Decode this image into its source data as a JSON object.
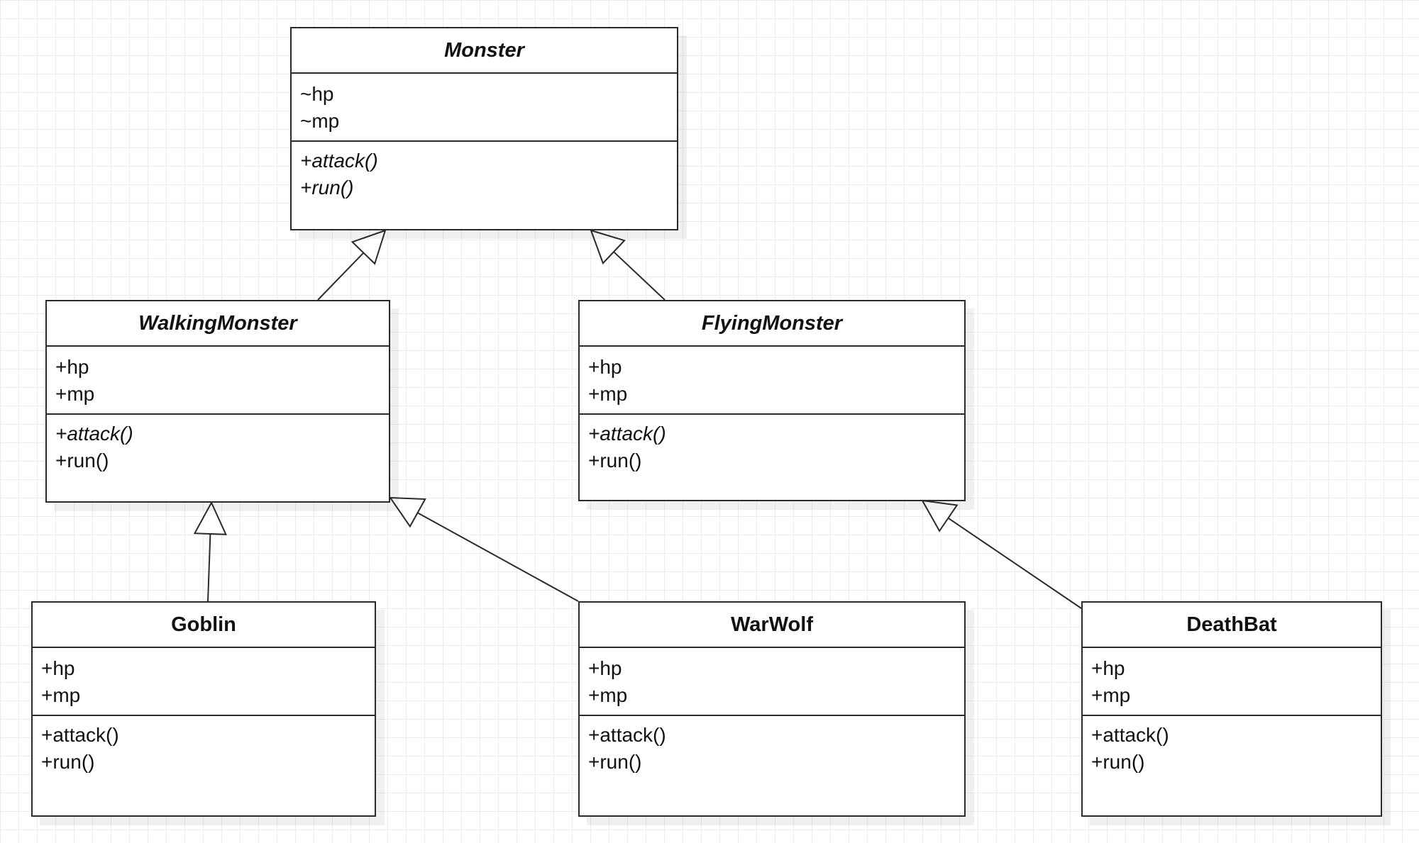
{
  "classes": {
    "monster": {
      "name": "Monster",
      "abstract": true,
      "attributes": [
        {
          "text": "~hp",
          "italic": false
        },
        {
          "text": "~mp",
          "italic": false
        }
      ],
      "operations": [
        {
          "text": "+attack()",
          "italic": true
        },
        {
          "text": "+run()",
          "italic": true
        }
      ]
    },
    "walking": {
      "name": "WalkingMonster",
      "abstract": true,
      "attributes": [
        {
          "text": "+hp",
          "italic": false
        },
        {
          "text": "+mp",
          "italic": false
        }
      ],
      "operations": [
        {
          "text": "+attack()",
          "italic": true
        },
        {
          "text": "+run()",
          "italic": false
        }
      ]
    },
    "flying": {
      "name": "FlyingMonster",
      "abstract": true,
      "attributes": [
        {
          "text": "+hp",
          "italic": false
        },
        {
          "text": "+mp",
          "italic": false
        }
      ],
      "operations": [
        {
          "text": "+attack()",
          "italic": true
        },
        {
          "text": "+run()",
          "italic": false
        }
      ]
    },
    "goblin": {
      "name": "Goblin",
      "abstract": false,
      "attributes": [
        {
          "text": "+hp",
          "italic": false
        },
        {
          "text": "+mp",
          "italic": false
        }
      ],
      "operations": [
        {
          "text": "+attack()",
          "italic": false
        },
        {
          "text": "+run()",
          "italic": false
        }
      ]
    },
    "warwolf": {
      "name": "WarWolf",
      "abstract": false,
      "attributes": [
        {
          "text": "+hp",
          "italic": false
        },
        {
          "text": "+mp",
          "italic": false
        }
      ],
      "operations": [
        {
          "text": "+attack()",
          "italic": false
        },
        {
          "text": "+run()",
          "italic": false
        }
      ]
    },
    "deathbat": {
      "name": "DeathBat",
      "abstract": false,
      "attributes": [
        {
          "text": "+hp",
          "italic": false
        },
        {
          "text": "+mp",
          "italic": false
        }
      ],
      "operations": [
        {
          "text": "+attack()",
          "italic": false
        },
        {
          "text": "+run()",
          "italic": false
        }
      ]
    }
  },
  "relations": [
    {
      "type": "generalization",
      "from": "walking",
      "to": "monster"
    },
    {
      "type": "generalization",
      "from": "flying",
      "to": "monster"
    },
    {
      "type": "generalization",
      "from": "goblin",
      "to": "walking"
    },
    {
      "type": "generalization",
      "from": "warwolf",
      "to": "walking"
    },
    {
      "type": "generalization",
      "from": "deathbat",
      "to": "flying"
    }
  ],
  "colors": {
    "background": "#ffffff",
    "grid": "#ececec",
    "stroke": "#2a2a2a",
    "text": "#111111"
  }
}
